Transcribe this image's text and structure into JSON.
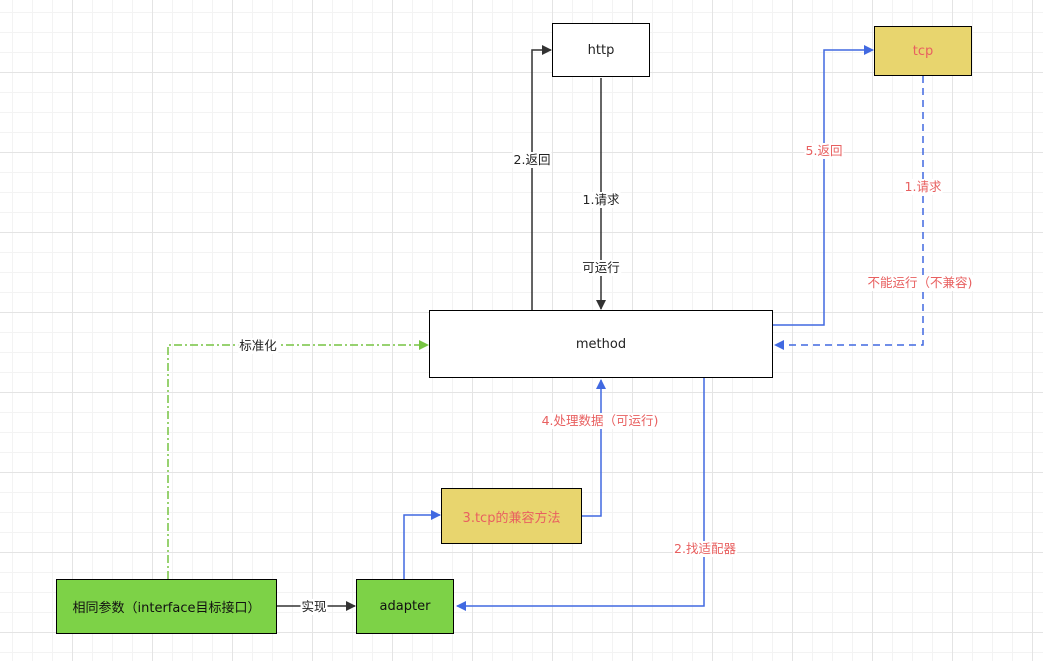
{
  "nodes": {
    "http": "http",
    "tcp": "tcp",
    "method": "method",
    "tcp_compat": "3.tcp的兼容方法",
    "adapter": "adapter",
    "params": "相同参数（interface目标接口）"
  },
  "edge_labels": {
    "http_request": "1.请求",
    "http_runnable": "可运行",
    "http_return": "2.返回",
    "tcp_return": "5.返回",
    "tcp_request": "1.请求",
    "tcp_not_runnable": "不能运行（不兼容)",
    "standardize": "标准化",
    "process_data": "4.处理数据（可运行)",
    "find_adapter": "2.找适配器",
    "implement": "实现"
  },
  "colors": {
    "black_line": "#333333",
    "blue_line": "#4169e1",
    "green_dash": "#76c442",
    "red_text": "#e86060",
    "yellow_fill": "#e8d56e",
    "green_fill": "#7dd247"
  }
}
